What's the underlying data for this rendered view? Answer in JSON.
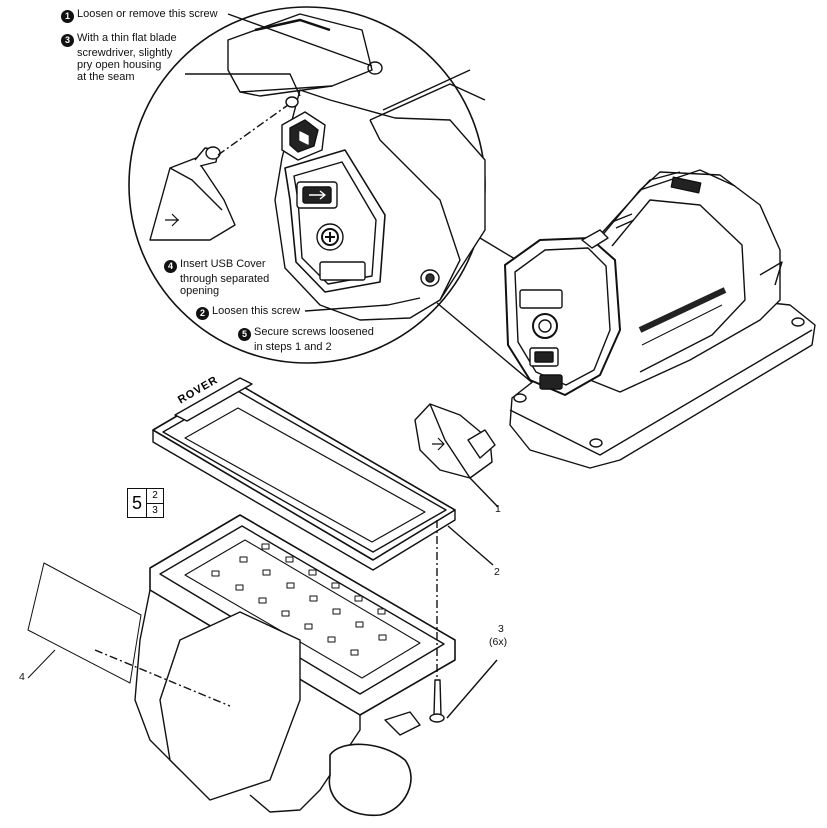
{
  "steps": [
    {
      "num": "1",
      "text": "Loosen or remove this screw"
    },
    {
      "num": "3",
      "lines": [
        "With a thin flat blade",
        "screwdriver, slightly",
        "pry open housing",
        "at the seam"
      ]
    },
    {
      "num": "4",
      "lines": [
        "Insert USB Cover",
        "through separated",
        "opening"
      ]
    },
    {
      "num": "2",
      "text": "Loosen this screw"
    },
    {
      "num": "5",
      "lines": [
        "Secure screws loosened",
        "in steps 1 and 2"
      ]
    }
  ],
  "callouts": {
    "c1": "1",
    "c2": "2",
    "c3": "3",
    "c3_qty": "(6x)",
    "c4": "4"
  },
  "step_box": {
    "page": "5",
    "top": "2",
    "bottom": "3"
  },
  "lens_text": "ROVER"
}
